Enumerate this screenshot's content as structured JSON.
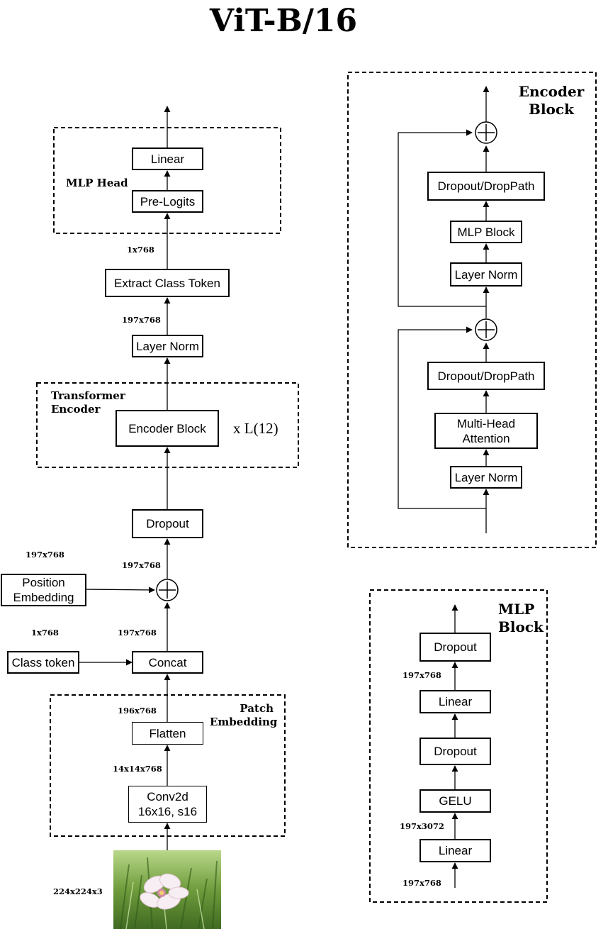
{
  "title": "ViT-B/16",
  "main": {
    "mlp_head": {
      "label": "MLP Head",
      "linear": "Linear",
      "pre_logits": "Pre-Logits"
    },
    "extract_class_token": "Extract Class Token",
    "layer_norm": "Layer Norm",
    "transformer_encoder": {
      "label": "Transformer\nEncoder",
      "encoder_block": "Encoder Block",
      "repeat": "x L(12)"
    },
    "dropout": "Dropout",
    "position_embedding": "Position\nEmbedding",
    "class_token": "Class token",
    "concat": "Concat",
    "patch_embedding": {
      "label": "Patch\nEmbedding",
      "flatten": "Flatten",
      "conv2d": "Conv2d\n16x16, s16"
    },
    "dims": {
      "after_extract": "1x768",
      "after_layernorm_in": "197x768",
      "pos_embed": "197x768",
      "after_add": "197x768",
      "class_token": "1x768",
      "after_concat": "197x768",
      "after_flatten": "196x768",
      "after_conv": "14x14x768",
      "input": "224x224x3"
    }
  },
  "encoder_block_panel": {
    "label": "Encoder\nBlock",
    "dropout_top": "Dropout/DropPath",
    "mlp_block": "MLP Block",
    "layer_norm_top": "Layer Norm",
    "dropout_bottom": "Dropout/DropPath",
    "attention": "Multi-Head\nAttention",
    "layer_norm_bottom": "Layer Norm"
  },
  "mlp_block_panel": {
    "label": "MLP\nBlock",
    "dropout_top": "Dropout",
    "linear_top": "Linear",
    "dropout_mid": "Dropout",
    "gelu": "GELU",
    "linear_bottom": "Linear",
    "dims": {
      "after_linear_top": "197x768",
      "after_linear_bottom": "197x3072",
      "input": "197x768"
    }
  }
}
